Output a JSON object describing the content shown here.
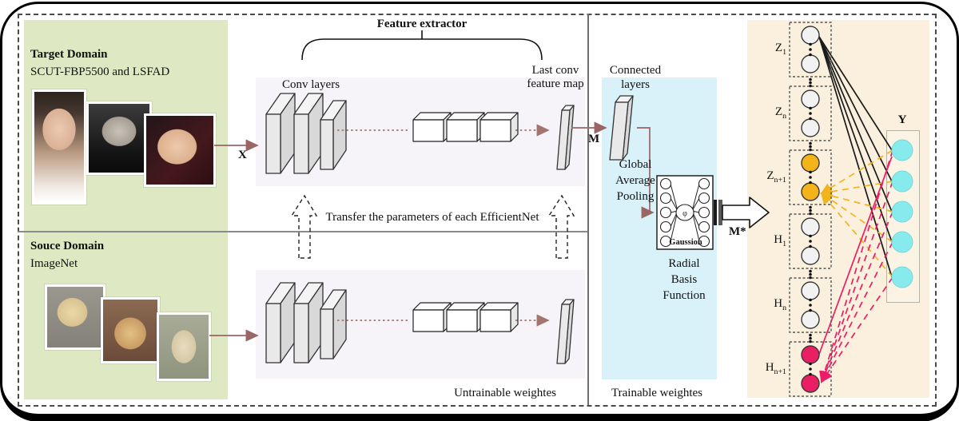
{
  "labels": {
    "target_title": "Target Domain",
    "target_subtitle": "SCUT-FBP5500 and LSFAD",
    "source_title": "Souce Domain",
    "source_subtitle": "ImageNet",
    "feature_extractor": "Feature extractor",
    "conv_layers": "Conv layers",
    "last_conv_1": "Last conv",
    "last_conv_2": "feature map",
    "transfer_note": "Transfer the parameters of each EfficientNet",
    "connected_1": "Connected",
    "connected_2": "layers",
    "gap_1": "Global",
    "gap_2": "Average",
    "gap_3": "Pooling",
    "gaussion": "Gaussion",
    "phi": "φ",
    "rbf_1": "Radial",
    "rbf_2": "Basis",
    "rbf_3": "Function",
    "x": "X",
    "m": "M",
    "m_star": "M*",
    "y": "Y",
    "untrainable": "Untrainable weightes",
    "trainable": "Trainable weightes"
  },
  "network": {
    "groups": [
      {
        "base": "Z",
        "sub": "1",
        "fill": "#f2f2f2"
      },
      {
        "base": "Z",
        "sub": "n",
        "fill": "#f2f2f2"
      },
      {
        "base": "Z",
        "sub": "n+1",
        "fill": "#f5b31a"
      },
      {
        "base": "H",
        "sub": "1",
        "fill": "#f2f2f2"
      },
      {
        "base": "H",
        "sub": "n",
        "fill": "#f2f2f2"
      },
      {
        "base": "H",
        "sub": "n+1",
        "fill": "#e91e63"
      }
    ],
    "output_count": 5
  },
  "colors": {
    "green_panel": "#dee9c4",
    "lavender_panel": "#f6f3f9",
    "cyan_panel": "#d9f1f8",
    "beige_panel": "#faf0dd",
    "arrow_maroon": "#9a6565",
    "dotted_maroon": "#a4756f",
    "yellow_link": "#f2b41d",
    "pink_link": "#ec1c67",
    "output_node": "#87ebed",
    "feature_node_extra": "#f5b31a",
    "enhance_node_extra": "#e91e63"
  }
}
